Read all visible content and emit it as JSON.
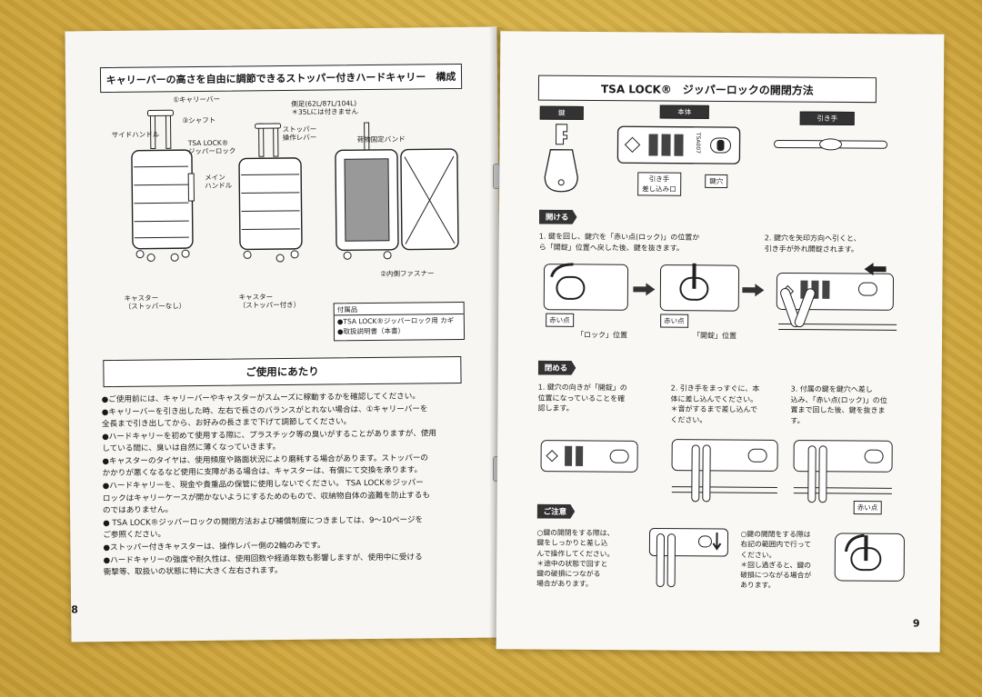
{
  "left_page": {
    "title": "キャリーバーの高さを自由に調節できるストッパー付きハードキャリー　構成",
    "labels": {
      "carrier_bar": "①キャリーバー",
      "shaft": "③シャフト",
      "side_handle": "サイドハンドル",
      "tsa_lock": "TSA LOCK®\nジッパーロック",
      "main_handle": "メイン\nハンドル",
      "side_foot": "側足(62L/87L/104L)\n＊35Lには付きません",
      "stopper_lever": "ストッパー\n操作レバー",
      "cargo_band": "荷物固定バンド",
      "inner_fastener": "②内側ファスナー",
      "caster_no_stopper": "キャスター\n（ストッパーなし）",
      "caster_stopper": "キャスター\n（ストッパー付き）"
    },
    "accessories": {
      "heading": "付属品",
      "items": [
        "●TSA LOCK®ジッパーロック用 カギ",
        "●取扱説明書（本書）"
      ]
    },
    "usage_heading": "ご使用にあたり",
    "usage_lines": [
      "●ご使用前には、キャリーバーやキャスターがスムーズに稼動するかを確認してください。",
      "●キャリーバーを引き出した時、左右で長さのバランスがとれない場合は、①キャリーバーを",
      "全長まで引き出してから、お好みの長さまで下げて調節してください。",
      "●ハードキャリーを初めて使用する際に、プラスチック等の臭いがすることがありますが、使用",
      "している間に、臭いは自然に薄くなっていきます。",
      "●キャスターのタイヤは、使用頻度や路面状況により磨耗する場合があります。ストッパーの",
      "かかりが悪くなるなど使用に支障がある場合は、キャスターは、有償にて交換を承ります。",
      "●ハードキャリーを、現金や貴重品の保管に使用しないでください。 TSA LOCK®ジッパー",
      "ロックはキャリーケースが開かないようにするためのもので、収納物自体の盗難を防止するも",
      "のではありません。",
      "● TSA LOCK®ジッパーロックの開閉方法および補償制度につきましては、9〜10ページを",
      "ご参照ください。",
      "●ストッパー付きキャスターは、操作レバー側の2輪のみです。",
      "●ハードキャリーの強度や耐久性は、使用回数や経過年数も影響しますが、使用中に受ける",
      "衝撃等、取扱いの状態に特に大きく左右されます。"
    ],
    "page_number": "8"
  },
  "right_page": {
    "title": "TSA LOCK®　ジッパーロックの開閉方法",
    "parts": {
      "key": "鍵",
      "body": "本体",
      "pull": "引き手",
      "pull_slot": "引き手\n差し込み口",
      "keyhole": "鍵穴",
      "lock_code": "TSA007"
    },
    "open": {
      "tag": "開ける",
      "step1": "1. 鍵を回し、鍵穴を「赤い点(ロック)」の位置か\nら「開錠」位置へ戻した後、鍵を抜きます。",
      "step2": "2. 鍵穴を矢印方向へ引くと、\n引き手が外れ開錠されます。",
      "red_dot": "赤い点",
      "lock_pos": "「ロック」位置",
      "unlock_pos": "「開錠」位置"
    },
    "close": {
      "tag": "閉める",
      "step1": "1. 鍵穴の向きが「開錠」の\n位置になっていることを確\n認します。",
      "step2": "2. 引き手をまっすぐに、本\n体に差し込んでください。\n＊音がするまで差し込んで\nください。",
      "step3": "3. 付属の鍵を鍵穴へ差し\n込み、「赤い点(ロック)」の位\n置まで回した後、鍵を抜きま\nす。",
      "red_dot": "赤い点"
    },
    "caution": {
      "tag": "ご注意",
      "left": "○鍵の開閉をする際は、\n鍵をしっかりと差し込\nんで操作してください。\n＊途中の状態で回すと\n鍵の破損につながる\n場合があります。",
      "right": "○鍵の開閉をする際は\n右記の範囲内で行って\nください。\n＊回し過ぎると、鍵の\n破損につながる場合が\nあります。"
    },
    "page_number": "9"
  }
}
